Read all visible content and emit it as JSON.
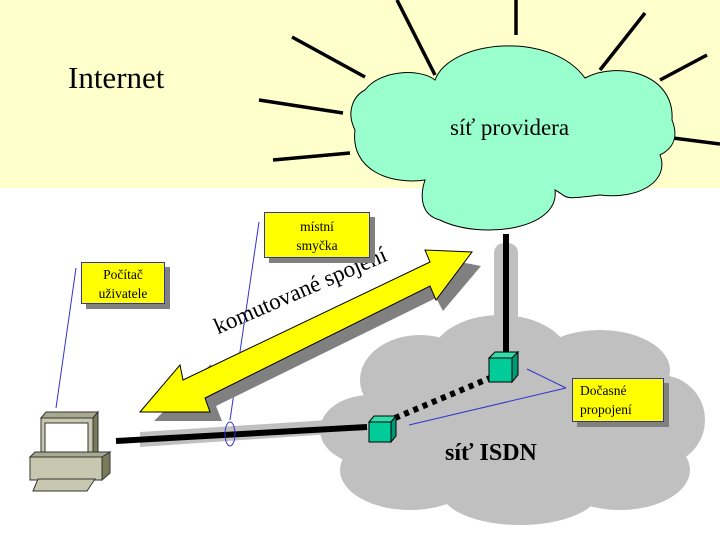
{
  "labels": {
    "internet": "Internet",
    "provider_network": "síť providera",
    "isdn_network": "síť ISDN",
    "switched_connection": "komutované spojení"
  },
  "callouts": {
    "user_computer": [
      "Počítač",
      "uživatele"
    ],
    "local_loop": [
      "místní",
      "smyčka"
    ],
    "temporary_link": [
      "Dočasné",
      "propojení"
    ]
  },
  "colors": {
    "internet_bg": "#ffffcc",
    "provider_cloud": "#99ffcc",
    "isdn_cloud": "#c0c0c0",
    "callout_fill": "#ffff00",
    "switch_node": "#00cc99",
    "pointer_line": "#3333cc"
  },
  "icons": {
    "computer": "computer-icon",
    "switch": "switch-node-icon"
  }
}
